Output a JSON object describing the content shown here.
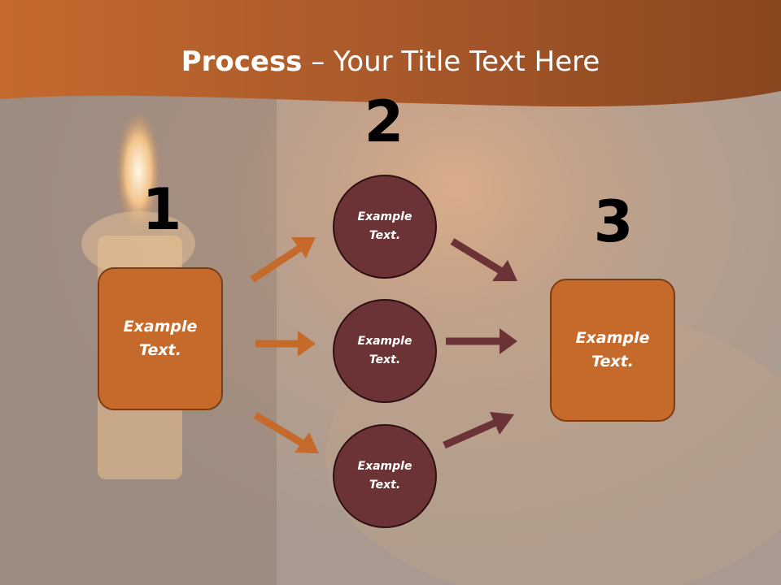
{
  "title": {
    "bold": "Process",
    "rest": " – Your Title Text Here"
  },
  "steps": {
    "n1": "1",
    "n2": "2",
    "n3": "3"
  },
  "boxes": {
    "left": "Example Text.",
    "right": "Example Text."
  },
  "circles": [
    "Example Text.",
    "Example Text.",
    "Example Text."
  ],
  "colors": {
    "header": "#b5622a",
    "box": "#c66a2c",
    "circle": "#6b3336",
    "arrow_left": "#c66a2c",
    "arrow_right": "#6b3336"
  }
}
